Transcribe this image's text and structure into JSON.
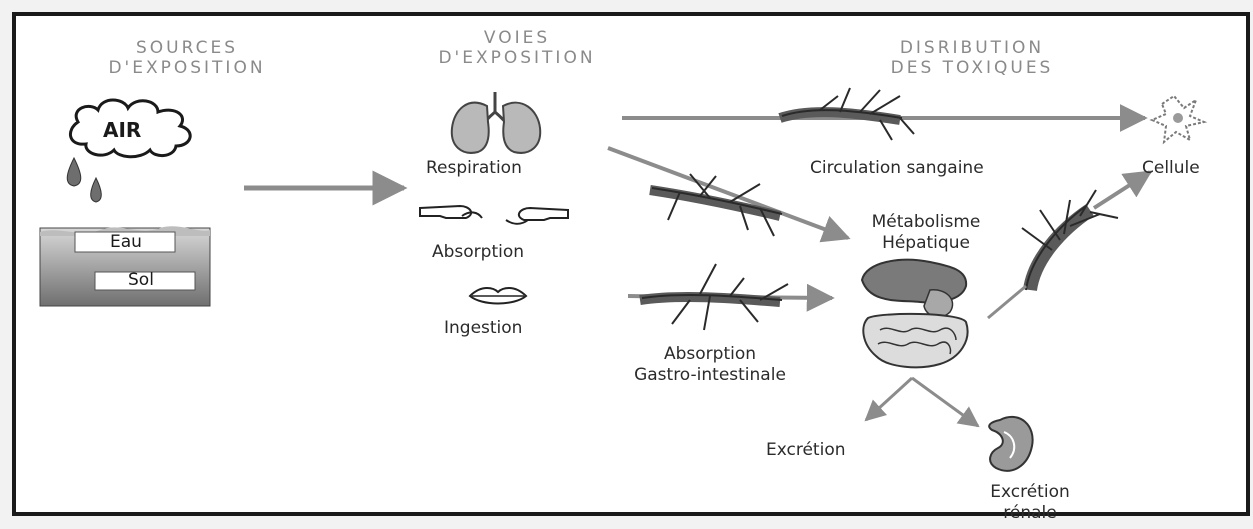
{
  "headers": {
    "sources": [
      "SOURCES",
      "D'EXPOSITION"
    ],
    "voies": [
      "VOIES",
      "D'EXPOSITION"
    ],
    "distribution": [
      "DISRIBUTION",
      "DES TOXIQUES"
    ]
  },
  "sources": {
    "air": "AIR",
    "eau": "Eau",
    "sol": "Sol"
  },
  "voies": {
    "respiration": "Respiration",
    "absorption": "Absorption",
    "ingestion": "Ingestion"
  },
  "distribution": {
    "circulation": "Circulation sangaine",
    "cellule": "Cellule",
    "metabolisme": [
      "Métabolisme",
      "Hépatique"
    ],
    "absorption_gi": [
      "Absorption",
      "Gastro-intestinale"
    ],
    "excretion": "Excrétion",
    "excretion_renale": [
      "Excrétion",
      "rénale"
    ]
  },
  "colors": {
    "frame": "#1a1a1a",
    "arrow": "#8c8c8c",
    "header": "#8a8a8a",
    "vessel": "#2a2a2a",
    "organ": "#7a7a7a"
  }
}
